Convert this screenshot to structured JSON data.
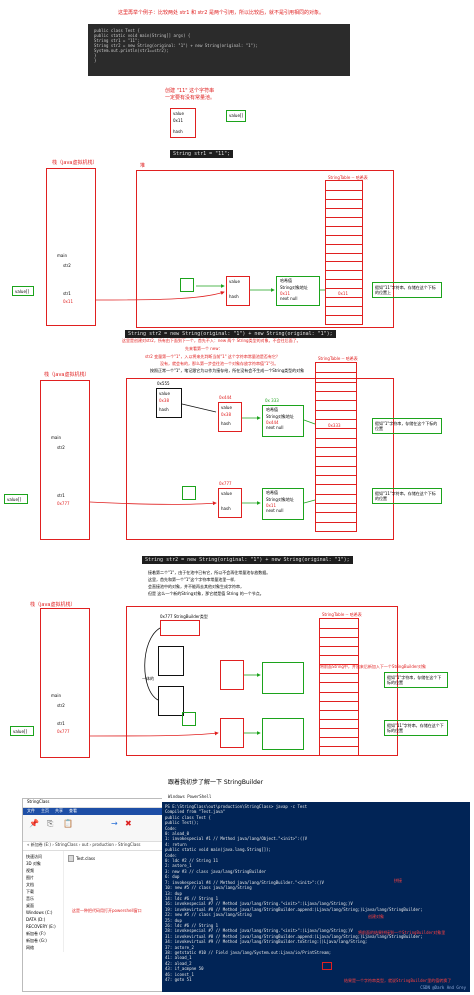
{
  "intro": "这里再举个例子：比较两处 str1 和 str2 是两个引用，所以比较后，就不是引用相同的对象。",
  "code": [
    "public class Test {",
    "    public static void main(String[] args) {",
    "        String str1 = \"11\";",
    "        String str2 = new String(original: \"1\") + new String(original: \"1\");",
    "        System.out.println(str1==str2);",
    "    }",
    "}"
  ],
  "d1": {
    "note": [
      "创建 \"11\" 这个字符串",
      "一定要有没有常量池。"
    ],
    "value_obj": [
      "value",
      "0x11",
      "hash"
    ],
    "value_chip": "value[]",
    "stmt": "String str1 = \"11\";",
    "stack_title": "栈（java虚拟机栈）",
    "heap_title": "堆",
    "pool_title": "StringTable -- 哈希表",
    "main": "main",
    "str2": "str2",
    "str1": "str1",
    "addr": "0x11",
    "val": "value",
    "hash": "hash",
    "node1": "哈希值",
    "node2": "String对象地址",
    "node3": "0x11",
    "node4": "next null",
    "side": "假如\"11\"字符串，存储在这个下标的位置上",
    "chip": "value[]",
    "hashaddr": "0x11"
  },
  "d2": {
    "stmt": "String str2 = new String(original: \"1\") + new String(original: \"1\");",
    "notes": [
      "这里是创建对str2，所有由下面到下一个，首先不入：new 两个 String类型的对象，不会往后面了。",
      "先来看第一个 new：",
      "str2 变量第一个\"1\"，入以将来先判断当前\"1\" 这个字符串常量池是否有它？",
      "没有，就会有的，那么第一步会往池一个对象存放字符串值\"1\"引。",
      "按照正常一个\"1\"，笔记跟它为以作为接存给，所在没有会不生成一个String类型的对象"
    ],
    "stack_title": "栈（java虚拟机栈）",
    "pool_title": "StringTable -- 哈希表",
    "main": "main",
    "str2": "str2",
    "str1": "str1",
    "addr": "0x777",
    "chip": "value[]",
    "obj_a": [
      "0x555",
      "value",
      "0x38",
      "hash"
    ],
    "obj_b": [
      "0x444",
      "value",
      "0x38",
      "hash"
    ],
    "obj_c": [
      "0x777",
      "value",
      "hash"
    ],
    "g1": [
      "0x 333",
      "哈希值",
      "String对象地址",
      "0x444",
      "next null"
    ],
    "g2": [
      "哈希值",
      "String对象地址",
      "0x11",
      "next null"
    ],
    "side1": "假如\"1\"字符串，存储在这个下标的位置",
    "side2": "假如\"11\"字符串，存储在这个下标的位置",
    "idx": "0x333"
  },
  "d3": {
    "stmt": "String str2 = new String(original: \"1\") + new String(original: \"1\");",
    "notes": [
      "接着第二个\"1\"，由于在池中已有它，所以不会再往常量池存放数据。",
      "这里，首先和第一个\"1\"这个字符串常量池里一样,",
      "会直接池中的对象，并不能再去其他对象生成字符串，",
      "但是 这么一个新的String对象，那它就是值 String 的一个节点。"
    ],
    "stack_title": "栈（java虚拟机栈）",
    "pool_title": "StringTable -- 哈希表",
    "main": "main",
    "str2": "str2",
    "str1": "str1",
    "addr": "0x777",
    "chip": "value[]",
    "sb": "0x777 StringBuilder类型",
    "merge": "一体的",
    "red_note": "将前面String中，并出来后新加入下一个StringBuilder对象",
    "side1": "假如\"1\"字符串，存储在这个下标的位置",
    "side2": "假如\"11\"字符串，存储在这个下标的位置"
  },
  "section4": "跟着我初步了解一下 StringBuilder",
  "explorer": {
    "title": "StringClass",
    "tabs": [
      "文件",
      "主页",
      "共享",
      "查看"
    ],
    "path": "« 新加卷 (E:) › StringClass › out › production › StringClass",
    "nav": [
      "快速访问",
      "3D 对象",
      "视频",
      "图片",
      "文档",
      "下载",
      "音乐",
      "桌面",
      "Windows (C:)",
      "DATA (D:)",
      "RECOVERY (E:)",
      "新加卷 (F:)",
      "新加卷 (G:)",
      "网络"
    ],
    "files": [
      "Test.class"
    ],
    "note": "这是一种把代码用打开powershell窗口"
  },
  "ps": {
    "title": "Windows PowerShell",
    "lines": [
      "PS E:\\StringClass\\out\\production\\StringClass> javap -c Test",
      "Compiled from \"Test.java\"",
      "public class Test {",
      "  public Test();",
      "    Code:",
      "       0: aload_0",
      "       1: invokespecial #1          // Method java/lang/Object.\"<init>\":()V",
      "       4: return",
      "",
      "  public static void main(java.lang.String[]);",
      "    Code:",
      "       0: ldc           #2          // String 11",
      "       2: astore_1",
      "       3: new           #3          // class java/lang/StringBuilder",
      "       6: dup",
      "       7: invokespecial #4          // Method java/lang/StringBuilder.\"<init>\":()V",
      "      10: new           #5          // class java/lang/String",
      "      13: dup",
      "      14: ldc           #6          // String 1",
      "      16: invokespecial #7          // Method java/lang/String.\"<init>\":(Ljava/lang/String;)V",
      "      19: invokevirtual #8          // Method java/lang/StringBuilder.append:(Ljava/lang/String;)Ljava/lang/StringBuilder;",
      "      22: new           #5          // class java/lang/String",
      "      25: dup",
      "      26: ldc           #6          // String 1",
      "      28: invokespecial #7          // Method java/lang/String.\"<init>\":(Ljava/lang/String;)V",
      "      31: invokevirtual #8          // Method java/lang/StringBuilder.append:(Ljava/lang/String;)Ljava/lang/StringBuilder;",
      "      34: invokevirtual #9          // Method java/lang/StringBuilder.toString:()Ljava/lang/String;",
      "      37: astore_2",
      "      38: getstatic     #10         // Field java/lang/System.out:Ljava/io/PrintStream;",
      "      41: aload_1",
      "      42: aload_2",
      "      43: if_acmpne     50",
      "      46: iconst_1",
      "      47: goto          51"
    ],
    "ann1": "拼接",
    "ann2": "创建对象",
    "ann3": "将前面的结果拼接到一个StringBuilder对象里",
    "ann4": "结果是一个字符串类型，就说StringBuilder里的值转换了",
    "watermark": "CSDN @Dark And Grey"
  }
}
